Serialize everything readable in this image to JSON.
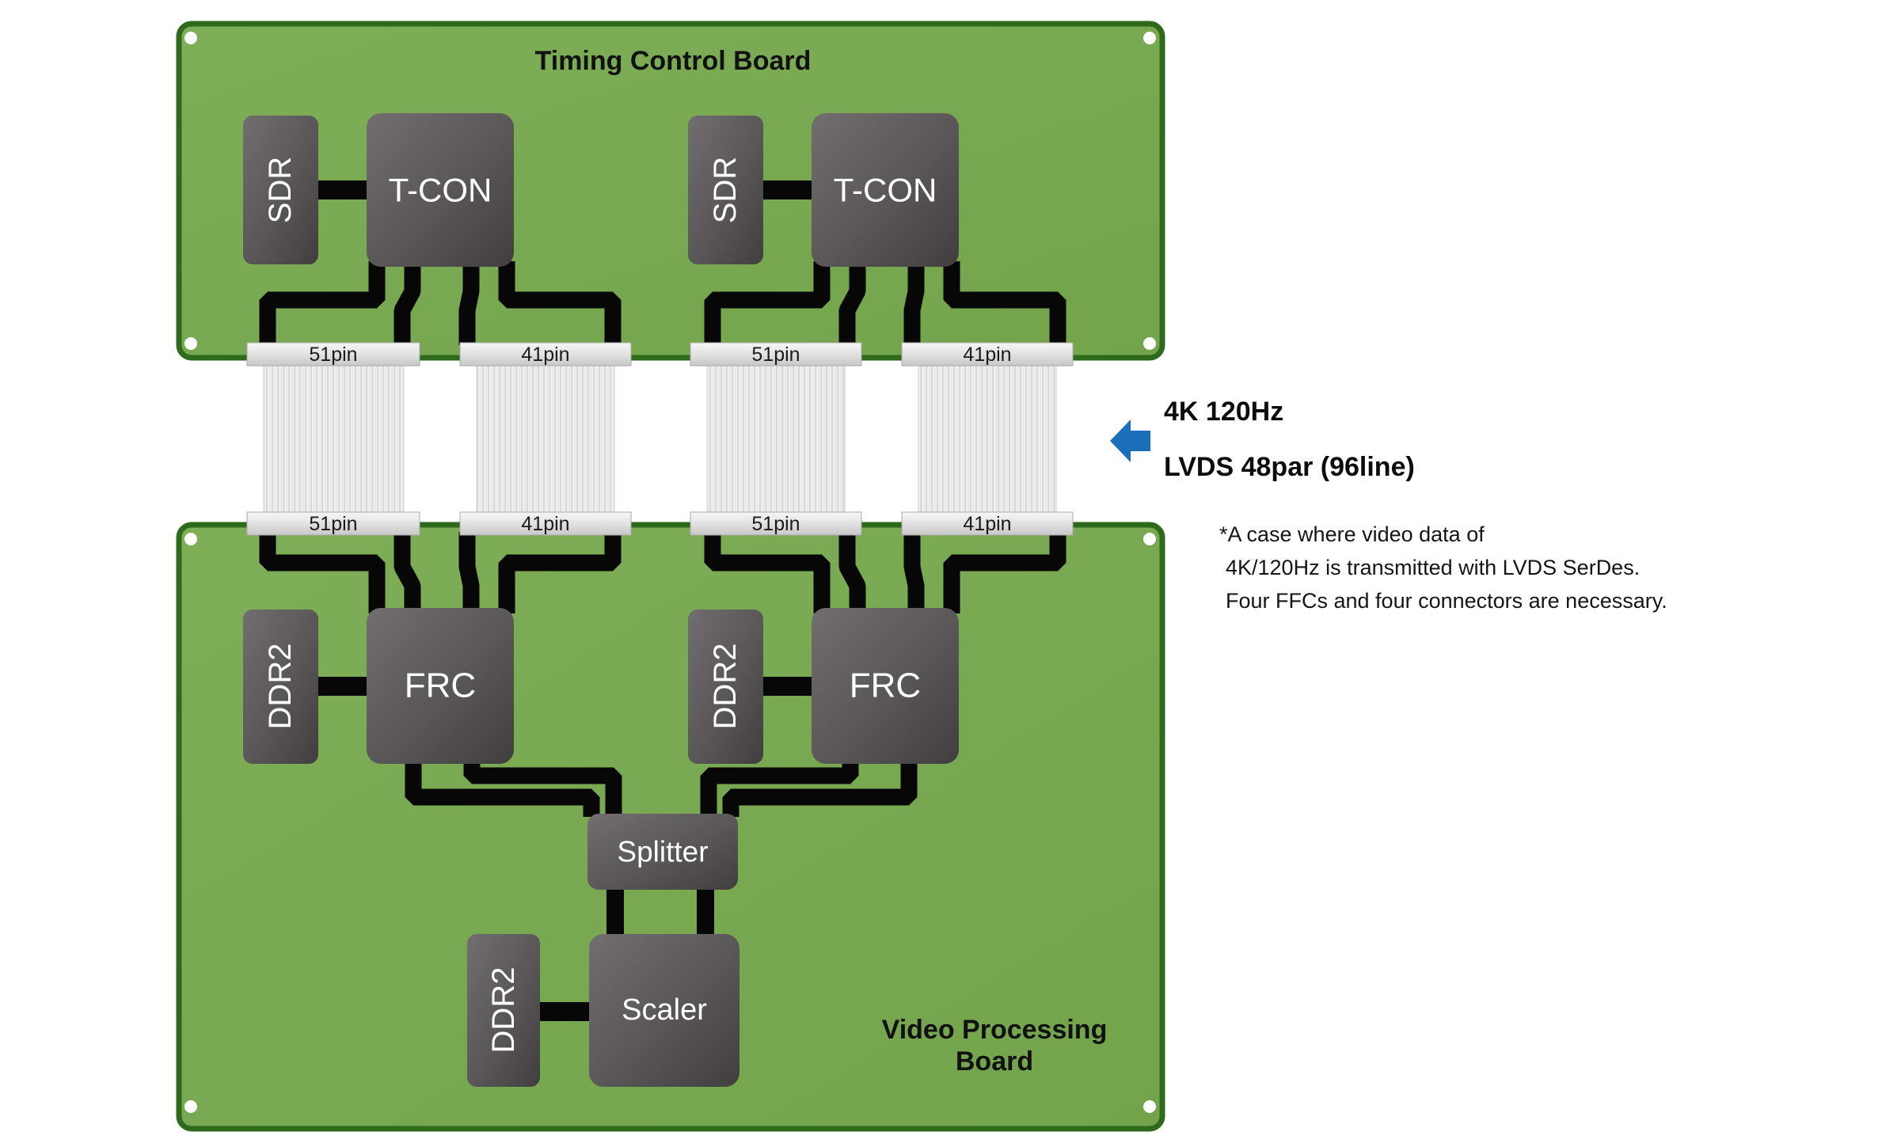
{
  "diagram": {
    "top_board": {
      "title": "Timing Control Board"
    },
    "bottom_board": {
      "title_line1": "Video Processing",
      "title_line2": "Board"
    },
    "blocks": {
      "sdr": "SDR",
      "tcon": "T-CON",
      "ddr2": "DDR2",
      "frc": "FRC",
      "splitter": "Splitter",
      "scaler": "Scaler"
    },
    "connector_labels": [
      "51pin",
      "41pin",
      "51pin",
      "41pin"
    ],
    "annotations": {
      "signal_line1": "4K 120Hz",
      "signal_line2": "LVDS 48par (96line)",
      "note_line1": "*A case where video data of",
      "note_line2": "4K/120Hz is transmitted with LVDS SerDes.",
      "note_line3": "Four FFCs and four connectors are necessary."
    },
    "colors": {
      "board_green": "#79aa52",
      "board_border": "#2d6a1c",
      "trace_black": "#070707",
      "chip_gray_light": "#6e6b6c",
      "chip_gray_dark": "#454243",
      "connector_gray": "#d9d9d9",
      "ribbon_gray": "#efefef",
      "arrow_blue": "#1b6fba",
      "chip_text": "#ffffff",
      "text_black": "#151515"
    }
  }
}
